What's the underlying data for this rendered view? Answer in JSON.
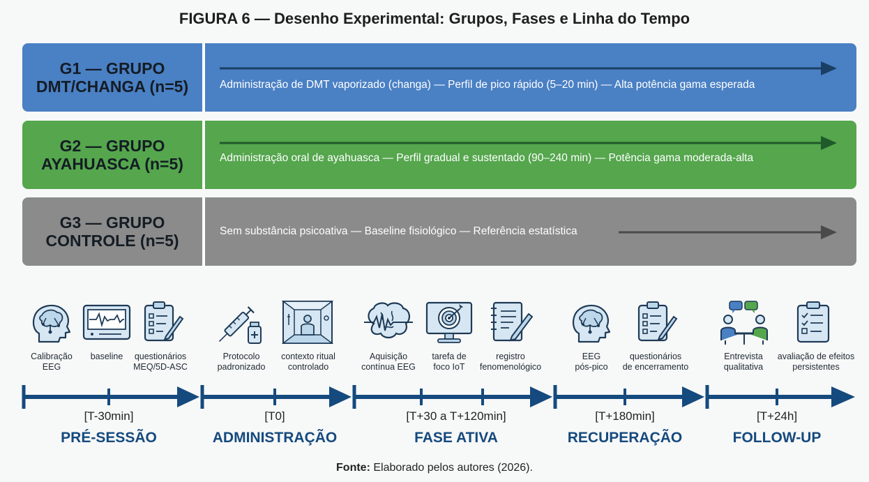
{
  "title": "FIGURA 6 — Desenho Experimental: Grupos, Fases e Linha do Tempo",
  "groups": [
    {
      "line1": "G1 — GRUPO",
      "line2": "DMT/CHANGA (n=5)",
      "description": "Administração de DMT vaporizado (changa) — Perfil de pico rápido (5–20 min) — Alta potência gama esperada",
      "color": "#4a80c4"
    },
    {
      "line1": "G2 — GRUPO",
      "line2": "AYAHUASCA (n=5)",
      "description": "Administração oral de ayahuasca — Perfil gradual e sustentado (90–240 min) — Potência gama moderada-alta",
      "color": "#55a64d"
    },
    {
      "line1": "G3 — GRUPO",
      "line2": "CONTROLE (n=5)",
      "description": "Sem substância psicoativa — Baseline fisiológico — Referência estatística",
      "color": "#8b8b8b"
    }
  ],
  "steps": [
    {
      "l1": "Calibração",
      "l2": "EEG",
      "icon": "brain-circuit-icon"
    },
    {
      "l1": "baseline",
      "l2": "",
      "icon": "monitor-waveform-icon"
    },
    {
      "l1": "questionários",
      "l2": "MEQ/5D-ASC",
      "icon": "clipboard-checklist-icon"
    },
    {
      "l1": "Protocolo",
      "l2": "padronizado",
      "icon": "syringe-vial-icon"
    },
    {
      "l1": "contexto ritual",
      "l2": "controlado",
      "icon": "ritual-room-icon"
    },
    {
      "l1": "Aquisição",
      "l2": "contínua EEG",
      "icon": "brain-wave-icon"
    },
    {
      "l1": "tarefa de",
      "l2": "foco IoT",
      "icon": "target-monitor-icon"
    },
    {
      "l1": "registro",
      "l2": "fenomenológico",
      "icon": "notebook-pencil-icon"
    },
    {
      "l1": "EEG",
      "l2": "pós-pico",
      "icon": "brain-circuit-icon"
    },
    {
      "l1": "questionários",
      "l2": "de encerramento",
      "icon": "clipboard-checklist-icon"
    },
    {
      "l1": "Entrevista",
      "l2": "qualitativa",
      "icon": "interview-icon"
    },
    {
      "l1": "avaliação de efeitos",
      "l2": "persistentes",
      "icon": "checklist-icon"
    }
  ],
  "phases": [
    {
      "time": "[T-30min]",
      "name": "PRÉ-SESSÃO"
    },
    {
      "time": "[T0]",
      "name": "ADMINISTRAÇÃO"
    },
    {
      "time": "[T+30 a T+120min]",
      "name": "FASE ATIVA"
    },
    {
      "time": "[T+180min]",
      "name": "RECUPERAÇÃO"
    },
    {
      "time": "[T+24h]",
      "name": "FOLLOW-UP"
    }
  ],
  "source": {
    "label": "Fonte:",
    "text": " Elaborado pelos autores (2026)."
  },
  "colors": {
    "timeline": "#154a7e",
    "icon_fill": "#d6e7f3",
    "icon_stroke": "#1e3a56"
  }
}
